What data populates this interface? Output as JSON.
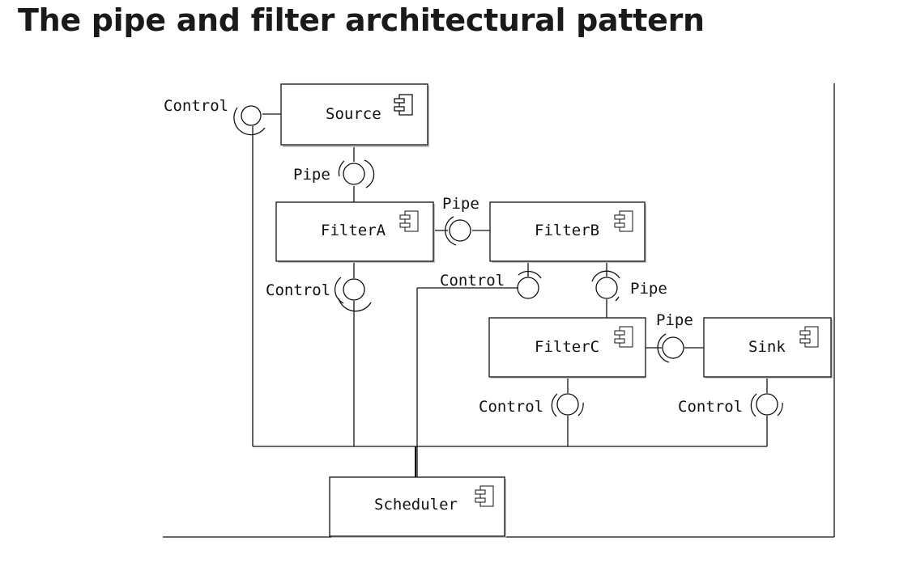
{
  "title": "The pipe and filter architectural pattern",
  "components": {
    "source": "Source",
    "filter_a": "FilterA",
    "filter_b": "FilterB",
    "filter_c": "FilterC",
    "sink": "Sink",
    "scheduler": "Scheduler"
  },
  "interfaces": {
    "source_control": "Control",
    "source_pipe": "Pipe",
    "filter_a_control": "Control",
    "filter_ab_pipe": "Pipe",
    "filter_b_control": "Control",
    "filter_b_pipe": "Pipe",
    "filter_c_sink_pipe": "Pipe",
    "filter_c_control": "Control",
    "sink_control": "Control"
  },
  "colors": {
    "line": "#111111",
    "box_fill": "#ffffff",
    "shadow": "#bdbdbd"
  }
}
